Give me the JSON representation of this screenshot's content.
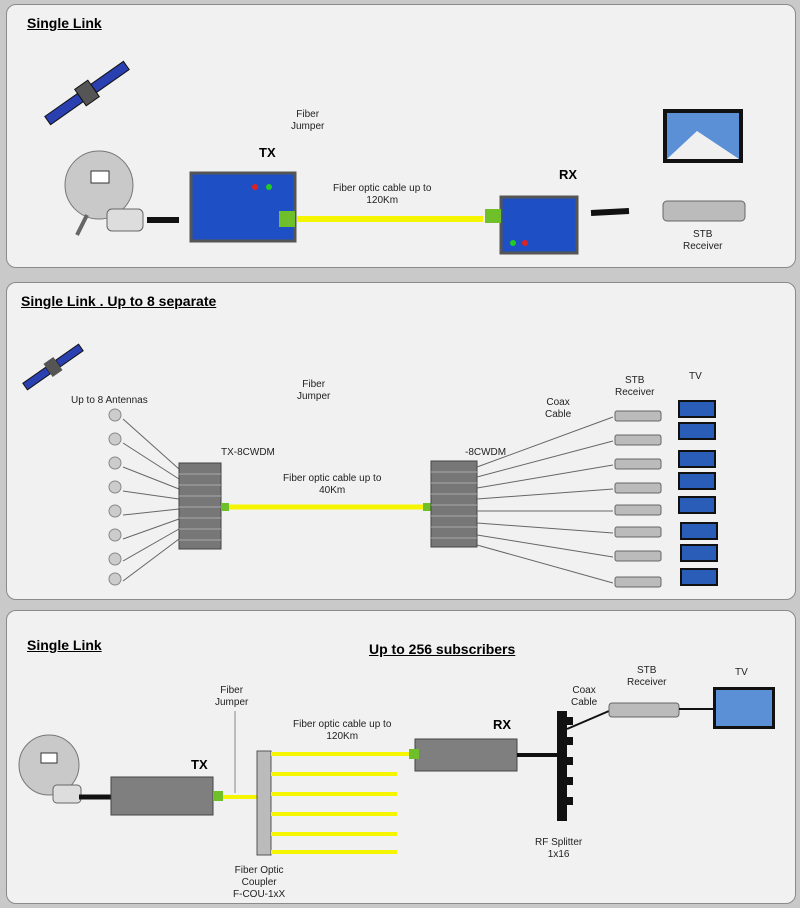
{
  "panel1": {
    "title": "Single Link",
    "fiber_jumper": "Fiber\nJumper",
    "tx": "TX",
    "rx": "RX",
    "cable": "Fiber optic cable up to\n120Km",
    "stb": "STB\nReceiver"
  },
  "panel2": {
    "title": "Single Link .  Up to 8 separate",
    "antennas": "Up to 8 Antennas",
    "fiber_jumper": "Fiber\nJumper",
    "tx": "TX-8CWDM",
    "rx": "-8CWDM",
    "cable": "Fiber optic cable up to\n40Km",
    "coax": "Coax\nCable",
    "stb": "STB\nReceiver",
    "tv": "TV"
  },
  "panel3": {
    "title": "Single Link",
    "subtitle": "Up to 256 subscribers",
    "fiber_jumper": "Fiber\nJumper",
    "tx": "TX",
    "rx": "RX",
    "cable": "Fiber optic cable up to\n120Km",
    "coax": "Coax\nCable",
    "stb": "STB\nReceiver",
    "tv": "TV",
    "coupler": "Fiber Optic\nCoupler\nF-COU-1xX",
    "splitter": "RF Splitter\n1x16"
  },
  "colors": {
    "fiber": "#f5f500",
    "tx_blue": "#1e4fc4",
    "device_gray": "#8a8a8a",
    "connector": "#6fbf2a"
  }
}
